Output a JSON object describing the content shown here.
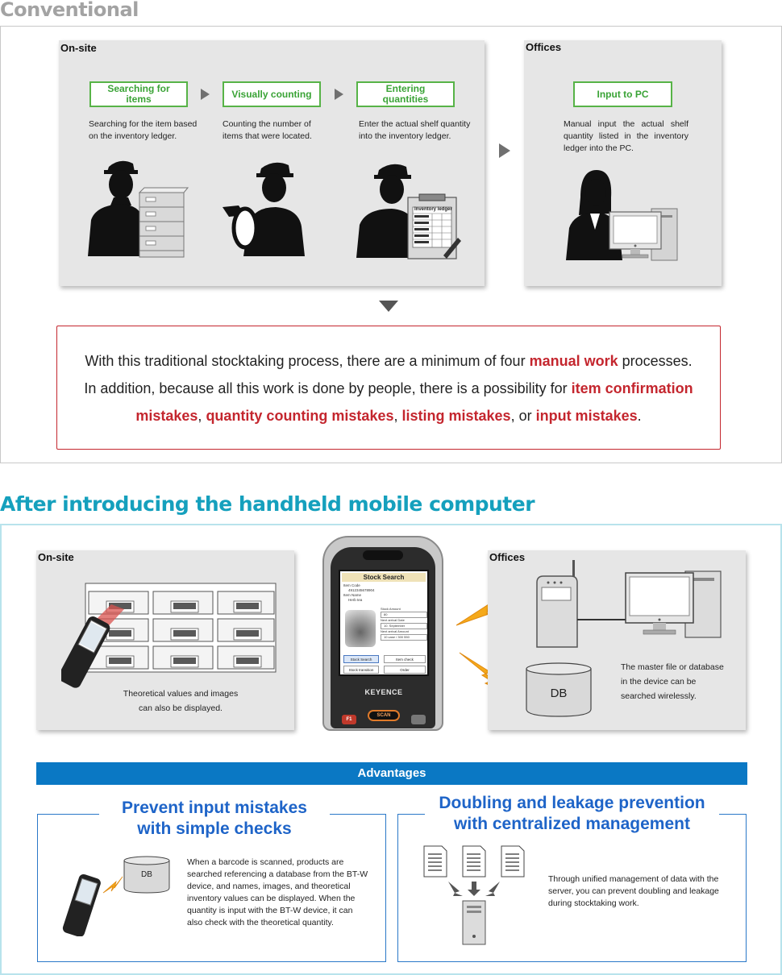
{
  "conventional": {
    "heading": "Conventional",
    "onsite_label": "On-site",
    "offices_label": "Offices",
    "steps": [
      {
        "title": "Searching for items",
        "desc": "Searching for the item based on the inventory ledger."
      },
      {
        "title": "Visually counting",
        "desc": "Counting the number of items that were located."
      },
      {
        "title": "Entering quantities",
        "desc": "Enter the actual shelf quantity into the inventory ledger."
      }
    ],
    "office_step": {
      "title": "Input to PC",
      "desc": "Manual input the actual shelf quantity listed in the inventory ledger into the PC."
    },
    "ledger_title": "Inventory ledger",
    "summary": {
      "p1_a": "With this traditional stocktaking process, there are a minimum of four ",
      "p1_hl": "manual work",
      "p1_b": " processes.",
      "p2_a": "In addition, because all this work is done by people, there is a possibility for ",
      "hl1": "item confirmation mistakes",
      "sep1": ", ",
      "hl2": "quantity counting mistakes",
      "sep2": ", ",
      "hl3": "listing mistakes",
      "sep3": ", or ",
      "hl4": "input mistakes",
      "end": "."
    }
  },
  "after": {
    "heading": "After introducing the handheld mobile computer",
    "onsite_label": "On-site",
    "onsite_caption_1": "Theoretical values and images",
    "onsite_caption_2": "can also be displayed.",
    "offices_label": "Offices",
    "db_label": "DB",
    "offices_desc": "The master file or database in the device can be searched wirelessly.",
    "device": {
      "brand": "KEYENCE",
      "screen_title": "Stock Search",
      "item_code_label": "Item Code",
      "item_code": "4912345678904",
      "item_name_label": "Item Name",
      "item_name": "Herb tea",
      "stock_amount_label": "Stock Amount",
      "stock_amount": "80",
      "next_arrival_label": "Next arrival Date",
      "next_arrival": "10. September",
      "next_amount_label": "Next arrival Amount",
      "next_amount": "10 case / 300 550",
      "btn1": "Stock Search",
      "btn2": "Item check",
      "btn3": "Stock transition",
      "btn4": "Order",
      "key_f1": "F1",
      "key_scan": "SCAN"
    },
    "advantages_label": "Advantages",
    "adv1": {
      "title_1": "Prevent input mistakes",
      "title_2": "with simple checks",
      "db_label": "DB",
      "desc": "When a barcode is scanned, products are searched referencing a database from the BT-W device, and names, images, and theoretical inventory values can be displayed. When the quantity is input with the BT-W device, it can also check with the theoretical quantity."
    },
    "adv2": {
      "title_1": "Doubling and leakage prevention",
      "title_2": "with centralized management",
      "desc": "Through unified management of data with the server, you can prevent doubling and leakage during stocktaking work."
    }
  }
}
